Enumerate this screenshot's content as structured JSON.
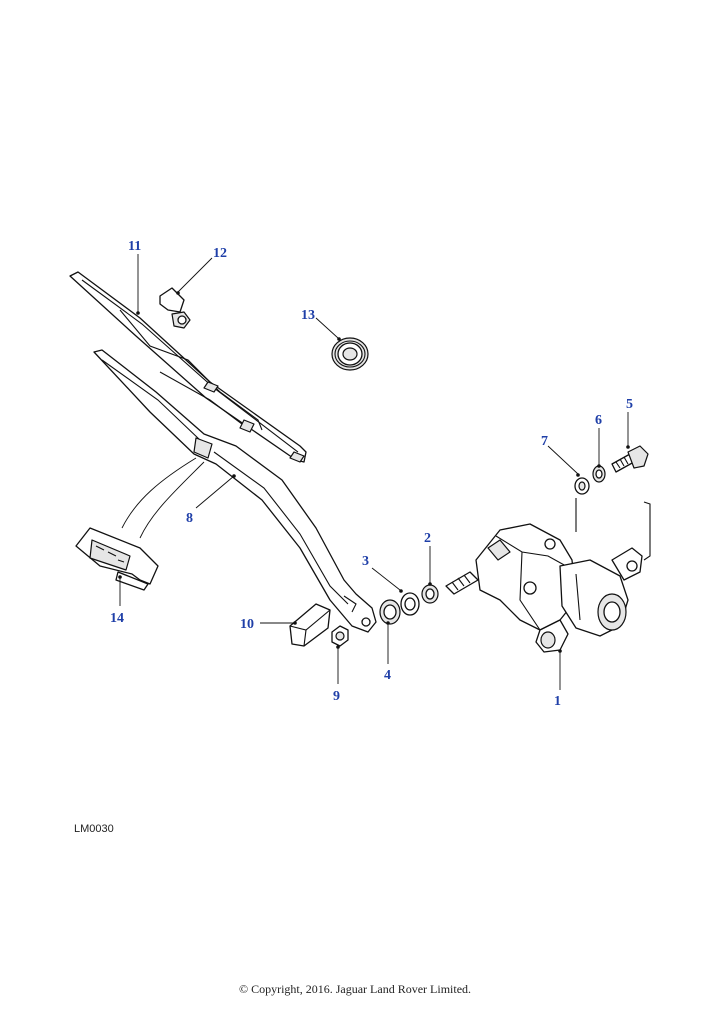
{
  "diagram": {
    "reference": "LM0030",
    "copyright": "© Copyright, 2016. Jaguar Land Rover Limited.",
    "accent_color": "#1f3fa8",
    "callouts": [
      "1",
      "2",
      "3",
      "4",
      "5",
      "6",
      "7",
      "8",
      "9",
      "10",
      "11",
      "12",
      "13",
      "14"
    ]
  }
}
